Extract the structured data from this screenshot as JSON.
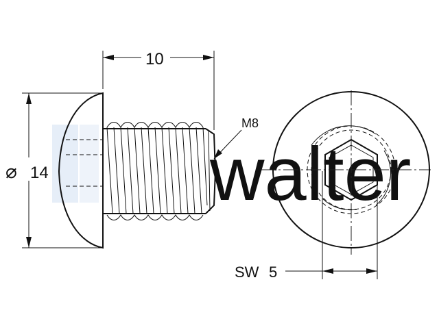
{
  "drawing": {
    "length_dimension": "10",
    "diameter_symbol": "⌀",
    "diameter_value": "14",
    "thread_label": "M8",
    "wrench_label": "SW",
    "wrench_value": "5",
    "watermark": "walter"
  },
  "colors": {
    "line": "#111111",
    "watermark_text": "#d6d6d6",
    "watermark_box": "#e6eef8"
  }
}
